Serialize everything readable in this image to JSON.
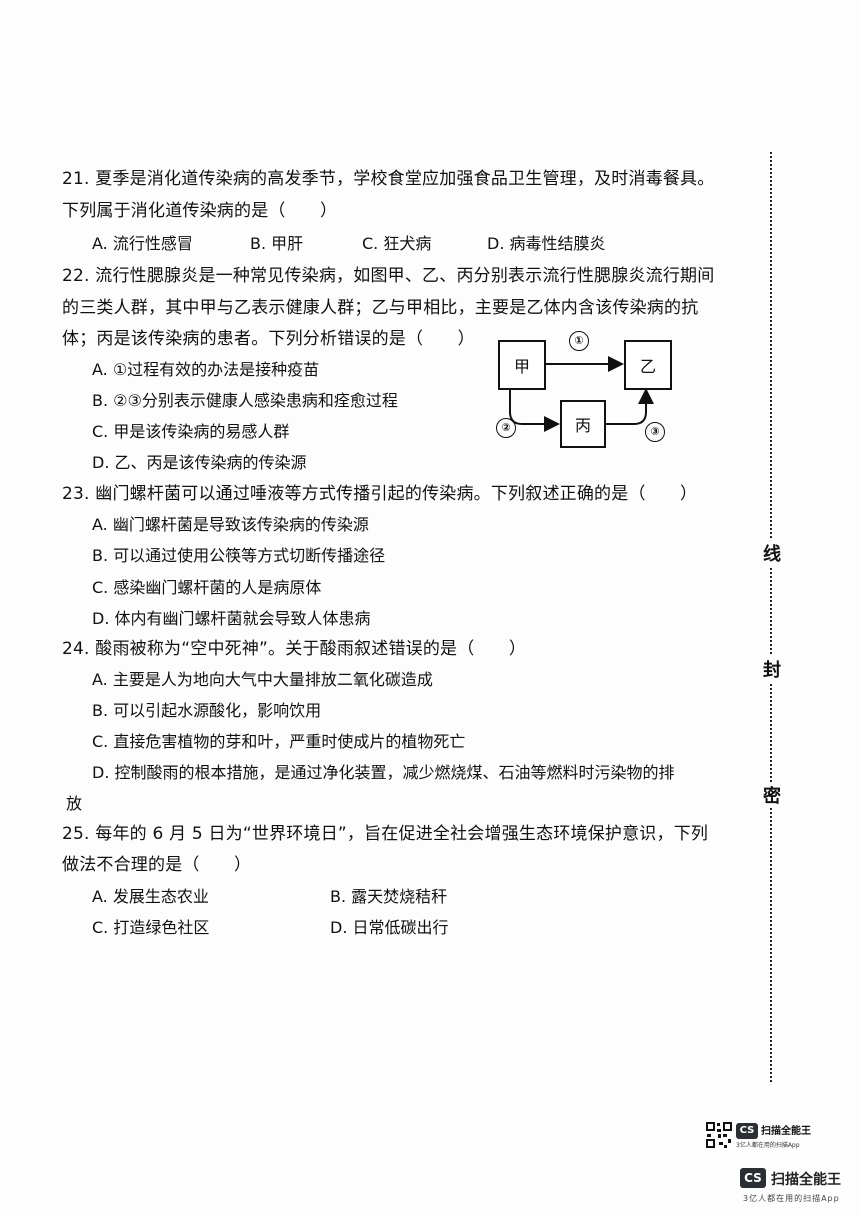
{
  "questions": {
    "q21": {
      "line1": "21. 夏季是消化道传染病的高发季节，学校食堂应加强食品卫生管理，及时消毒餐具。",
      "line2": "下列属于消化道传染病的是（　　）",
      "options": [
        "A. 流行性感冒",
        "B. 甲肝",
        "C. 狂犬病",
        "D. 病毒性结膜炎"
      ]
    },
    "q22": {
      "line1": "22. 流行性腮腺炎是一种常见传染病，如图甲、乙、丙分别表示流行性腮腺炎流行期间",
      "line2": "的三类人群，其中甲与乙表示健康人群；乙与甲相比，主要是乙体内含该传染病的抗",
      "line3": "体；丙是该传染病的患者。下列分析错误的是（　　）",
      "options": [
        "A. ①过程有效的办法是接种疫苗",
        "B. ②③分别表示健康人感染患病和痊愈过程",
        "C. 甲是该传染病的易感人群",
        "D. 乙、丙是该传染病的传染源"
      ],
      "diagram": {
        "node_jia": "甲",
        "node_yi": "乙",
        "node_bing": "丙",
        "label_1": "①",
        "label_2": "②",
        "label_3": "③"
      }
    },
    "q23": {
      "line1": "23. 幽门螺杆菌可以通过唾液等方式传播引起的传染病。下列叙述正确的是（　　）",
      "options": [
        "A. 幽门螺杆菌是导致该传染病的传染源",
        "B. 可以通过使用公筷等方式切断传播途径",
        "C. 感染幽门螺杆菌的人是病原体",
        "D. 体内有幽门螺杆菌就会导致人体患病"
      ]
    },
    "q24": {
      "line1": "24. 酸雨被称为“空中死神”。关于酸雨叙述错误的是（　　）",
      "options": [
        "A. 主要是人为地向大气中大量排放二氧化碳造成",
        "B. 可以引起水源酸化，影响饮用",
        "C. 直接危害植物的芽和叶，严重时使成片的植物死亡",
        "D. 控制酸雨的根本措施，是通过净化装置，减少燃烧煤、石油等燃料时污染物的排"
      ],
      "option_d_wrap": "放"
    },
    "q25": {
      "line1": "25. 每年的 6 月 5 日为“世界环境日”，旨在促进全社会增强生态环境保护意识，下列",
      "line2": "做法不合理的是（　　）",
      "options": [
        "A. 发展生态农业",
        "B. 露天焚烧秸秆",
        "C. 打造绿色社区",
        "D. 日常低碳出行"
      ]
    }
  },
  "margin_seal": [
    "线",
    "封",
    "密"
  ],
  "watermark": {
    "small_badge": "CS",
    "small_title": "扫描全能王",
    "small_sub": "3亿人都在用的扫描App",
    "big_badge": "CS",
    "big_title": "扫描全能王",
    "big_sub": "3亿人都在用的扫描App"
  }
}
